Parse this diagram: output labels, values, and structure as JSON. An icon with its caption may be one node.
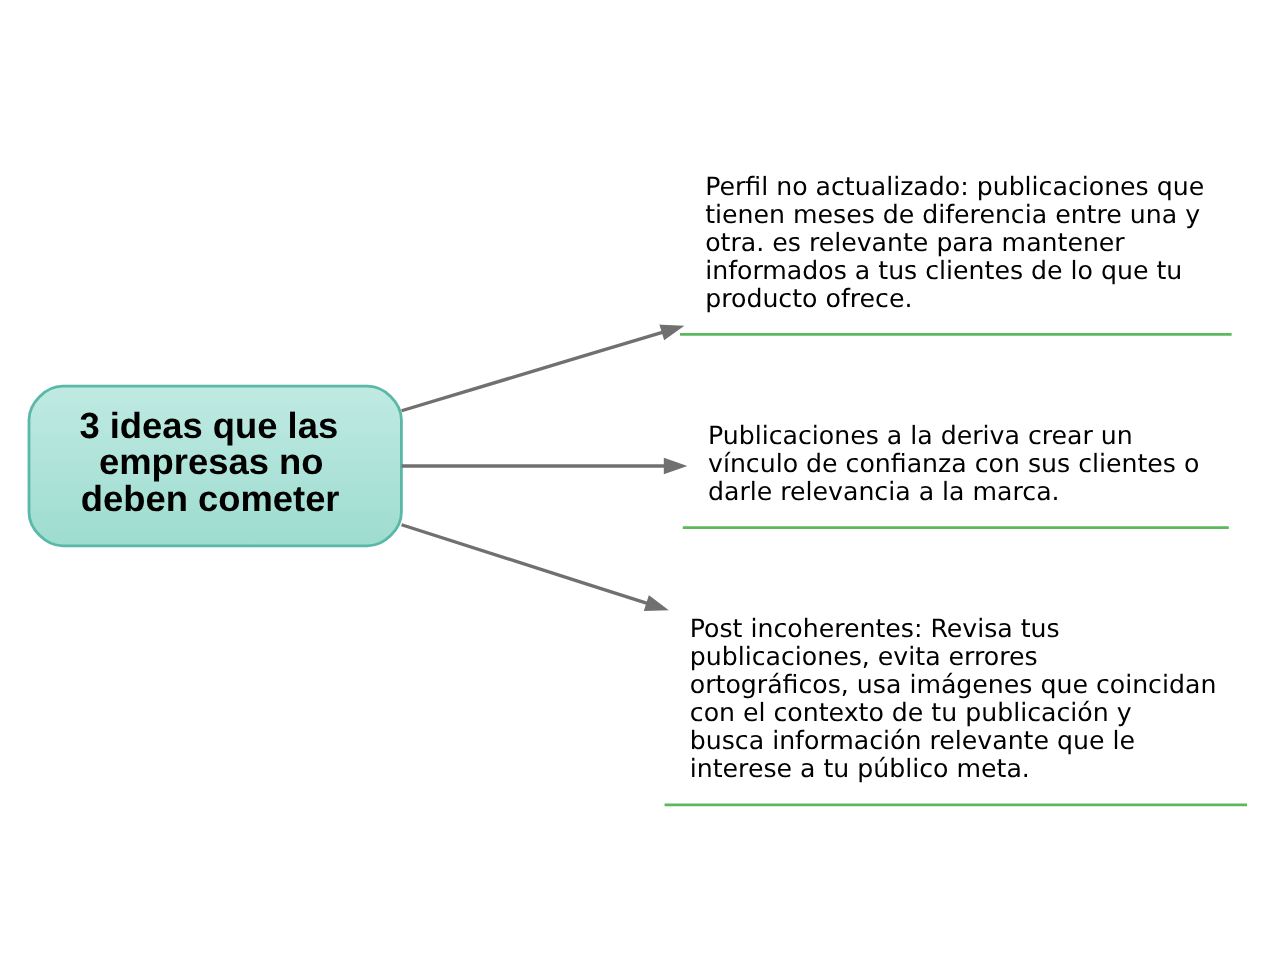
{
  "diagram": {
    "nodes": [
      {
        "text": [
          "3 ideas que las empresas no deben cometer"
        ]
      },
      {
        "text": [
          "Perfil no actualizado: publicaciones que tienen meses de diferencia entre una y otra. es relevante para mantener informados a tus clientes de lo que tu producto ofrece."
        ]
      },
      {
        "text": [
          "Publicaciones a la deriva crear un vínculo de confianza con sus clientes o darle relevancia a la marca."
        ]
      },
      {
        "text": [
          "Post incoherentes: Revisa tus publicaciones, evita errores ortográficos, usa imágenes que coincidan con el contexto de tu publicación y busca información relevante que le interese a tu público meta."
        ]
      }
    ],
    "edges": [
      {
        "from": 0,
        "to": 1,
        "arrow": "to"
      },
      {
        "from": 0,
        "to": 2,
        "arrow": "to"
      },
      {
        "from": 0,
        "to": 3,
        "arrow": "to"
      }
    ]
  }
}
